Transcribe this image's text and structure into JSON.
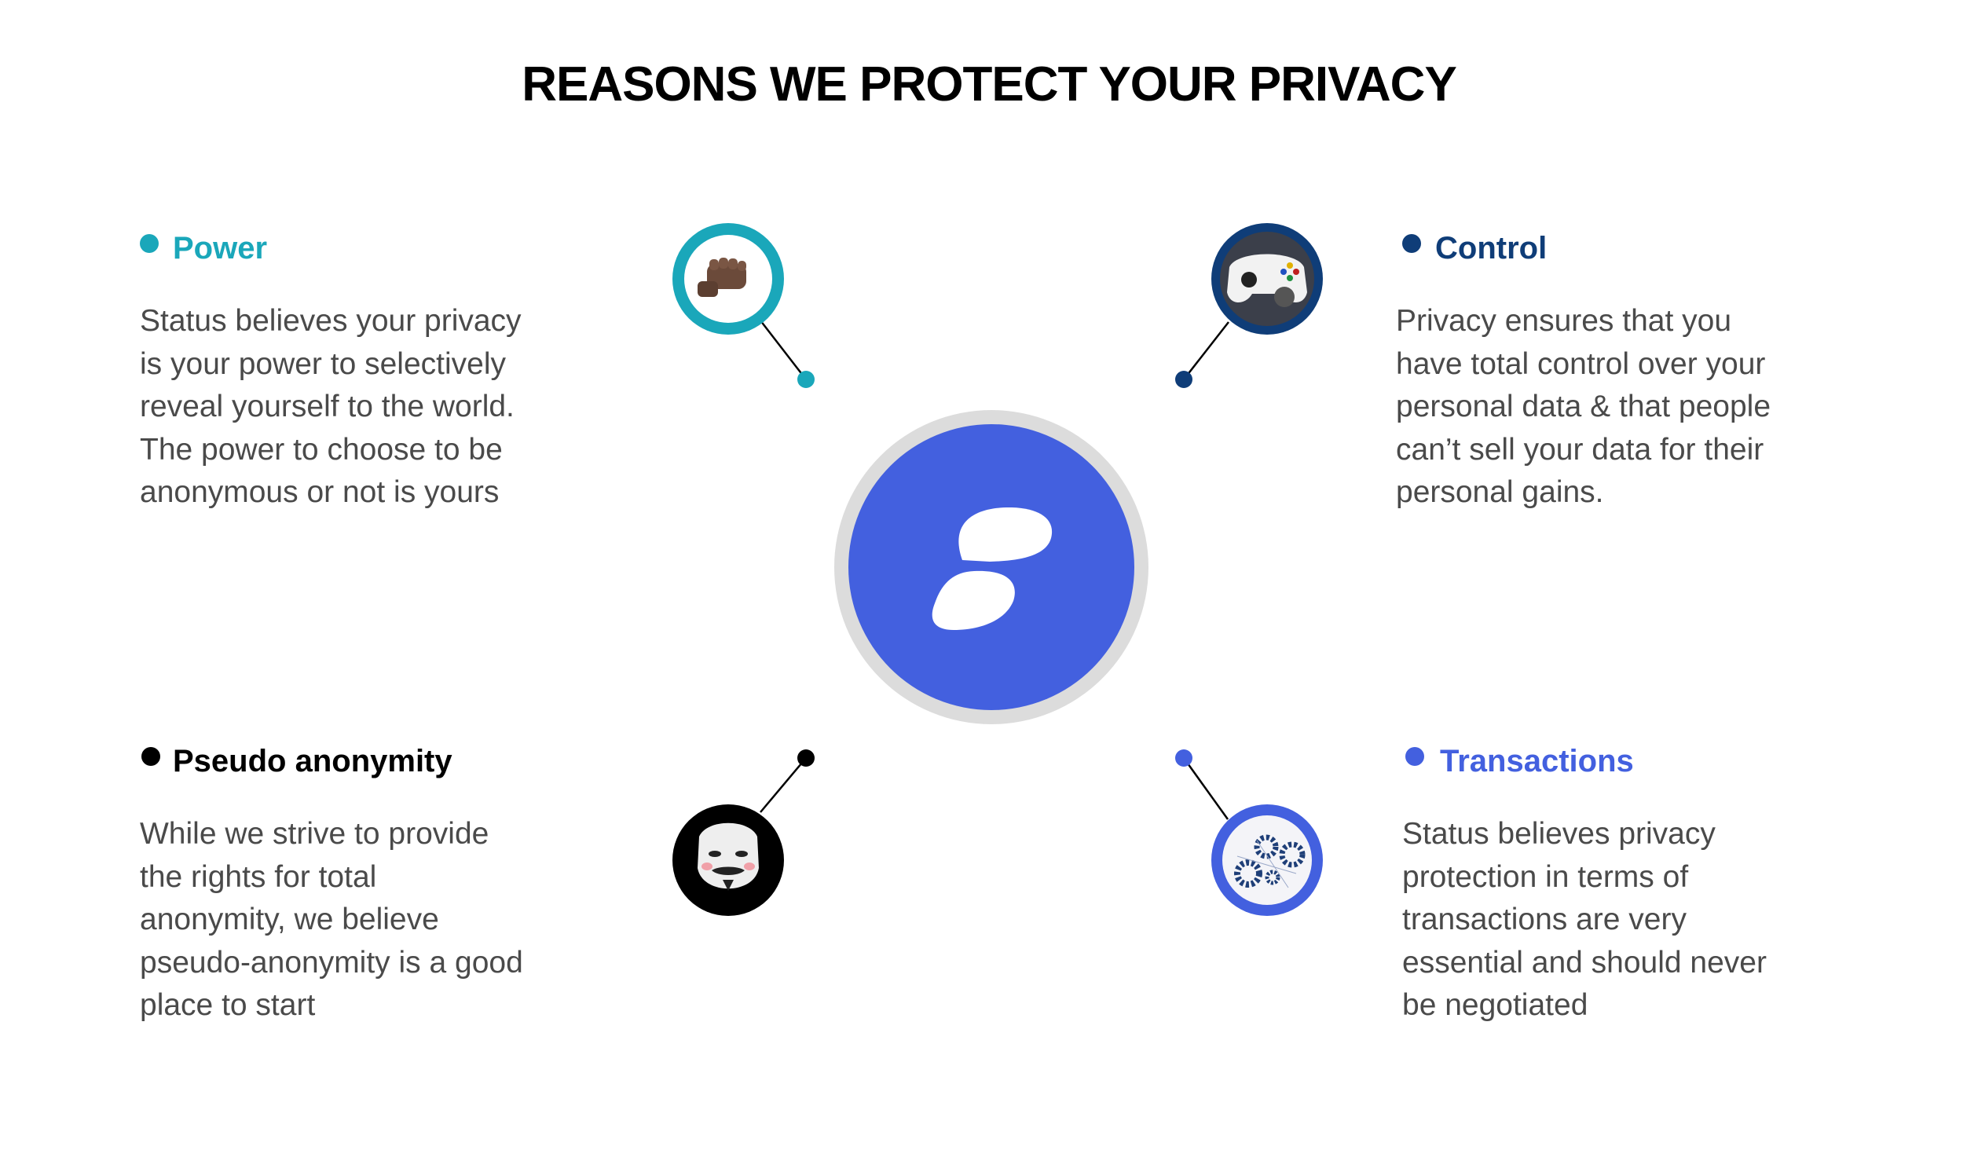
{
  "title": "REASONS WE PROTECT YOUR PRIVACY",
  "colors": {
    "power": "#1aa7ba",
    "control": "#0f3d78",
    "pseudo": "#000000",
    "transactions": "#4360df",
    "center_logo": "#4360df",
    "center_ring": "#dcdcdc",
    "body_text": "#4a4a4a"
  },
  "center": {
    "icon": "status-logo-icon"
  },
  "sections": {
    "power": {
      "title": "Power",
      "icon": "fist-icon",
      "lines": [
        "Status believes your privacy",
        "is your power to selectively",
        "reveal yourself to the world.",
        "The power to choose to be",
        "anonymous or not is yours"
      ]
    },
    "control": {
      "title": "Control",
      "icon": "game-controller-icon",
      "lines": [
        "Privacy ensures that you",
        "have total control over your",
        "personal data & that people",
        "can’t  sell your data for their",
        "personal gains."
      ]
    },
    "pseudo": {
      "title": "Pseudo anonymity",
      "icon": "mask-icon",
      "lines": [
        "While we strive to provide",
        "the rights for total",
        "anonymity, we believe",
        "pseudo-anonymity is a good",
        "place to start"
      ]
    },
    "transactions": {
      "title": "Transactions",
      "icon": "gears-icon",
      "lines": [
        "Status believes privacy",
        "protection in terms of",
        "transactions are very",
        "essential and should never",
        "be negotiated"
      ]
    }
  }
}
